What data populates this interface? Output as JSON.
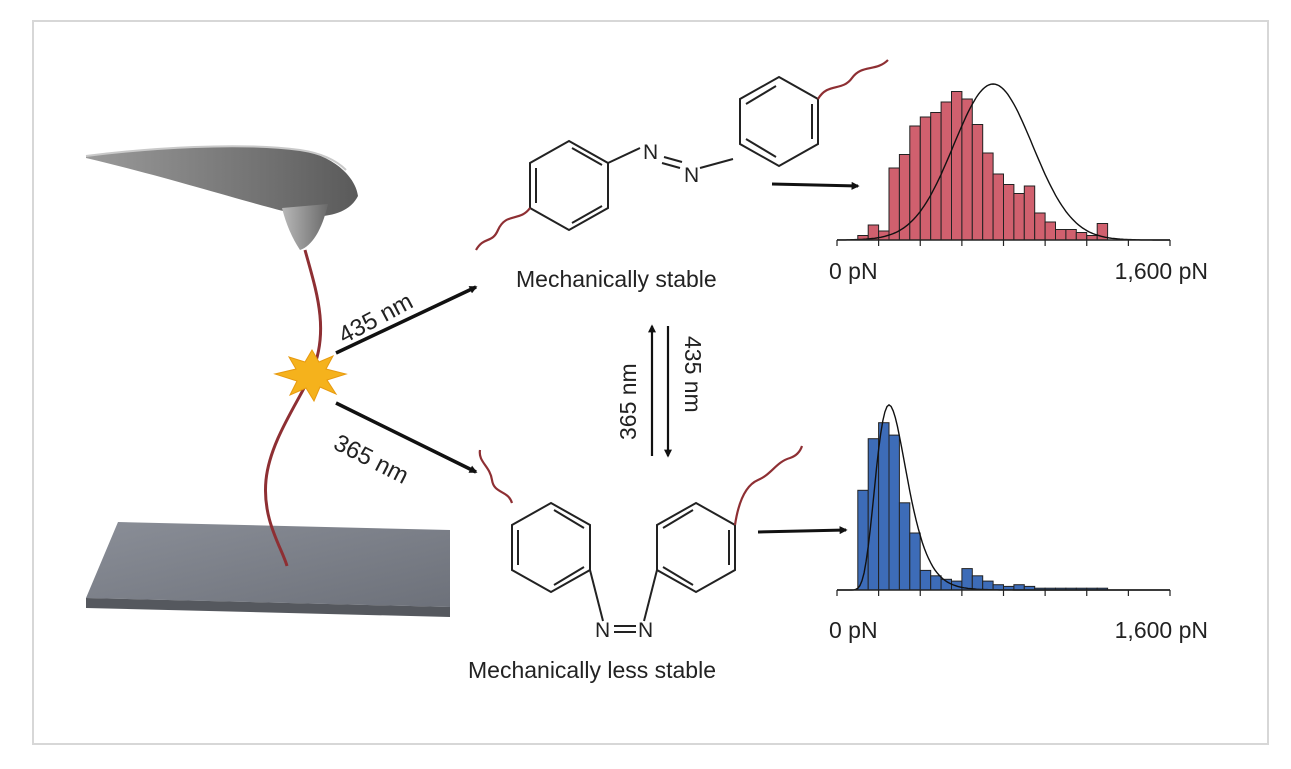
{
  "labels": {
    "stable_title": "Mechanically stable",
    "less_stable_title": "Mechanically less stable",
    "arrow_to_stable": "435 nm",
    "arrow_to_less_stable": "365 nm",
    "equilibrium_left": "365 nm",
    "equilibrium_right": "435 nm",
    "azo_nitrogen": "N"
  },
  "colors": {
    "stable_bars": "#d0606e",
    "less_stable_bars": "#3d6cb8",
    "linker": "#8e2f33",
    "flash": "#f5b21c"
  },
  "chart_data": [
    {
      "type": "bar",
      "name": "mechanically-stable-histogram",
      "xlabel": "",
      "ylabel": "",
      "x_ticklabels": [
        "0 pN",
        "1,600 pN"
      ],
      "xlim": [
        0,
        1600
      ],
      "bin_width": 50,
      "bin_start": 100,
      "values": [
        0.03,
        0.1,
        0.06,
        0.48,
        0.57,
        0.76,
        0.82,
        0.85,
        0.92,
        0.99,
        0.94,
        0.77,
        0.58,
        0.44,
        0.37,
        0.31,
        0.36,
        0.18,
        0.12,
        0.07,
        0.07,
        0.05,
        0.03,
        0.11
      ],
      "fit": "gaussian",
      "fit_center": 750
    },
    {
      "type": "bar",
      "name": "mechanically-less-stable-histogram",
      "xlabel": "",
      "ylabel": "",
      "x_ticklabels": [
        "0 pN",
        "1,600 pN"
      ],
      "xlim": [
        0,
        1600
      ],
      "bin_width": 50,
      "bin_start": 100,
      "values": [
        0.56,
        0.85,
        0.94,
        0.87,
        0.49,
        0.32,
        0.11,
        0.08,
        0.06,
        0.05,
        0.12,
        0.08,
        0.05,
        0.03,
        0.02,
        0.03,
        0.02,
        0.01,
        0.01,
        0.01,
        0.01,
        0.01,
        0.01,
        0.01
      ],
      "fit": "lognormal",
      "fit_peak": 250
    }
  ]
}
